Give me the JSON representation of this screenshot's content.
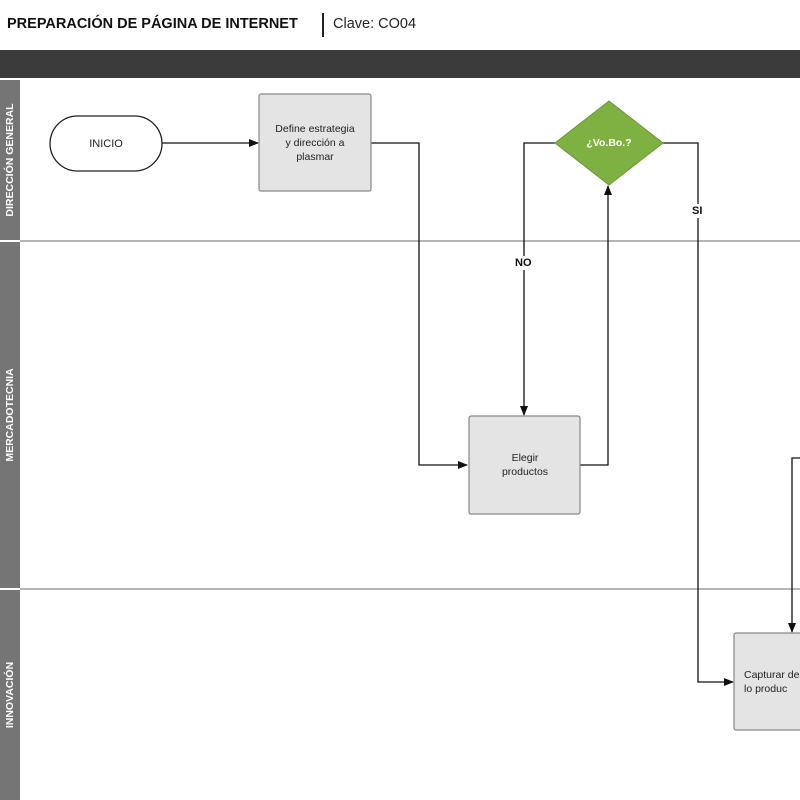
{
  "header": {
    "title": "PREPARACIÓN DE PÁGINA DE INTERNET",
    "code": "Clave: CO04"
  },
  "lanes": [
    {
      "label": "DIRECCIÓN GENERAL"
    },
    {
      "label": "MERCADOTECNIA"
    },
    {
      "label": "INNOVACIÓN"
    }
  ],
  "nodes": {
    "start": {
      "text": "INICIO",
      "shape": "terminator"
    },
    "define": {
      "text": "Define estrategia y dirección a plasmar",
      "shape": "process"
    },
    "decision": {
      "text": "¿Vo.Bo.?",
      "shape": "decision"
    },
    "elegir": {
      "text": "Elegir productos",
      "shape": "process"
    },
    "capturar": {
      "text": "Capturar de lo produc",
      "shape": "process"
    }
  },
  "edges": {
    "no_label": "NO",
    "si_label": "SI"
  },
  "colors": {
    "decision_fill": "#7fb142",
    "process_fill": "#e4e4e4",
    "lane_label_bg": "#757575",
    "top_bar": "#3b3b3b",
    "divider": "#b5b5b5"
  }
}
